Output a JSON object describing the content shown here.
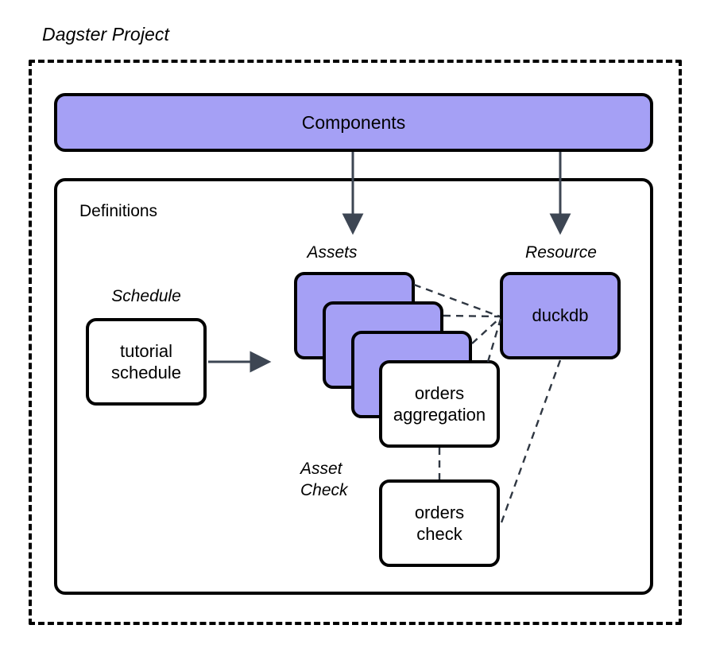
{
  "diagram": {
    "title": "Dagster Project",
    "colors": {
      "accent_purple": "#A5A0F5",
      "outline_black": "#000000",
      "arrow_slate": "#3D4653",
      "background": "#FFFFFF"
    }
  },
  "components": {
    "label": "Components"
  },
  "definitions": {
    "label": "Definitions"
  },
  "captions": {
    "schedule": "Schedule",
    "assets": "Assets",
    "resource": "Resource",
    "asset_check_line1": "Asset",
    "asset_check_line2": "Check"
  },
  "nodes": {
    "schedule": {
      "line1": "tutorial",
      "line2": "schedule"
    },
    "orders_aggregation": {
      "line1": "orders",
      "line2": "aggregation"
    },
    "orders_check": {
      "line1": "orders",
      "line2": "check"
    },
    "duckdb": {
      "label": "duckdb"
    }
  },
  "asset_stack": {
    "count": 3,
    "note": "three blank purple asset cards behind the named asset"
  },
  "connections": [
    {
      "from": "Components",
      "to": "Assets",
      "style": "solid-arrow"
    },
    {
      "from": "Components",
      "to": "Resource",
      "style": "solid-arrow"
    },
    {
      "from": "tutorial schedule",
      "to": "Assets",
      "style": "solid-arrow"
    },
    {
      "from": "asset card 1",
      "to": "duckdb",
      "style": "dashed"
    },
    {
      "from": "asset card 2",
      "to": "duckdb",
      "style": "dashed"
    },
    {
      "from": "asset card 3",
      "to": "duckdb",
      "style": "dashed"
    },
    {
      "from": "orders aggregation",
      "to": "duckdb",
      "style": "dashed"
    },
    {
      "from": "orders aggregation",
      "to": "orders check",
      "style": "dashed"
    },
    {
      "from": "duckdb",
      "to": "orders check",
      "style": "dashed"
    }
  ]
}
